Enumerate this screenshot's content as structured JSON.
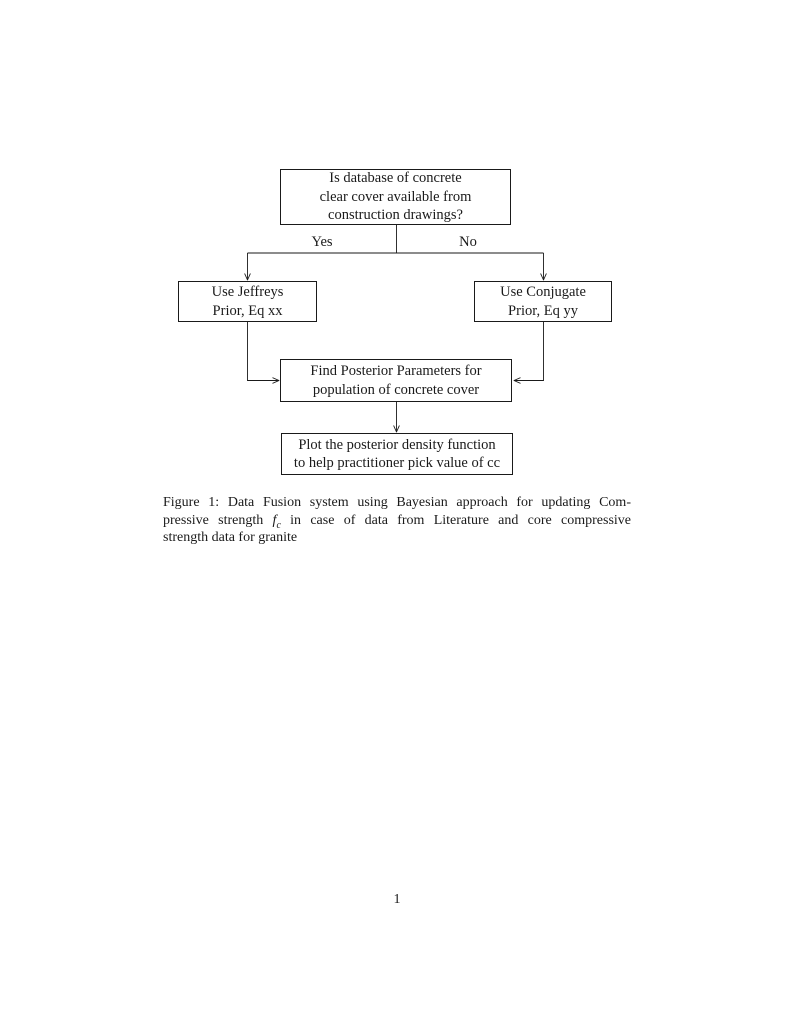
{
  "colors": {
    "ink": "#1a1a1a",
    "background": "#ffffff"
  },
  "flowchart": {
    "decision": {
      "lines": [
        "Is database of concrete",
        "clear cover available from",
        "construction drawings?"
      ]
    },
    "yes_label": "Yes",
    "no_label": "No",
    "jeffreys": {
      "lines": [
        "Use Jeffreys",
        "Prior, Eq xx"
      ]
    },
    "conjugate": {
      "lines": [
        "Use Conjugate",
        "Prior, Eq yy"
      ]
    },
    "posterior": {
      "lines": [
        "Find Posterior Parameters for",
        "population of concrete cover"
      ]
    },
    "plot": {
      "lines": [
        "Plot the posterior density function",
        "to help practitioner pick value of cc"
      ]
    }
  },
  "caption": {
    "line1": "Figure 1: Data Fusion system using Bayesian approach for updating Com-",
    "line2_before_math": "pressive strength",
    "math_symbol": "f",
    "math_subscript": "c",
    "line2_after_math": "in case of data from Literature and core compressive",
    "line3": "strength data for granite"
  },
  "page_number": "1"
}
